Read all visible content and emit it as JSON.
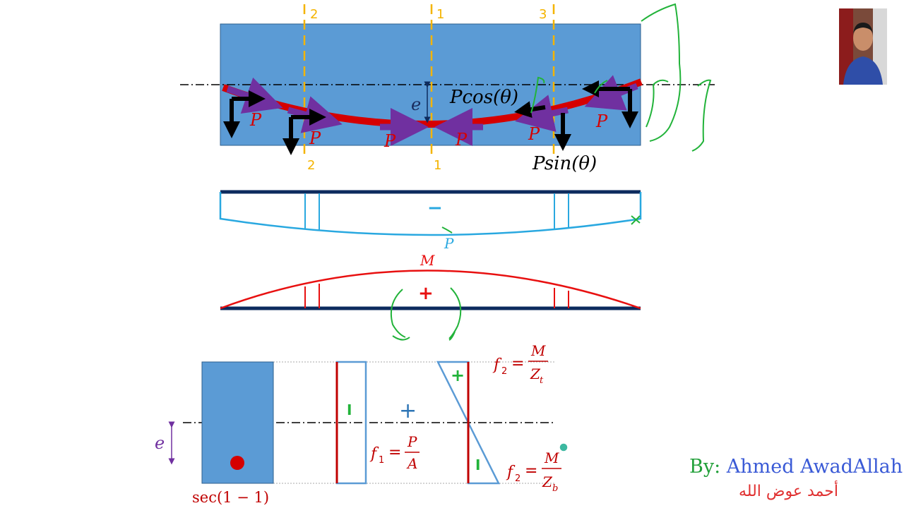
{
  "sections": {
    "top_left": "2",
    "top_mid": "1",
    "top_right": "3",
    "bottom_left": "2",
    "bottom_mid": "1"
  },
  "labels": {
    "eccentricity": "e",
    "force": "P",
    "pcos": "Pcos(θ)",
    "psin": "Psin(θ)",
    "axial_sign": "−",
    "axial_label": "P",
    "moment_label": "M",
    "moment_sign": "+",
    "section_label": "sec(1 − 1)",
    "section_e": "e",
    "plus_between": "+",
    "f1_lhs": "f",
    "f1_sub": "1",
    "f1_num": "P",
    "f1_den": "A",
    "f2t_lhs": "f",
    "f2t_sub": "2",
    "f2t_num": "M",
    "f2t_den": "Z",
    "f2t_den_sub": "t",
    "f2b_lhs": "f",
    "f2b_sub": "2",
    "f2b_num": "M",
    "f2b_den": "Z",
    "f2b_den_sub": "b",
    "minus_mark": "I",
    "plus_mark": "+",
    "minus_mark2": "I",
    "equals": "="
  },
  "credit": {
    "by": "By:",
    "name": "Ahmed AwadAllah",
    "arabic": "أحمد عوض الله"
  },
  "colors": {
    "beam": "#5b9bd5",
    "tendon": "#d50000",
    "arrow_purple": "#7030a0",
    "section_line": "#f4b400",
    "axial_diagram": "#29a8e0",
    "moment_diagram": "#e81010",
    "navy": "#0d2b5e",
    "green_sketch": "#22b33a"
  }
}
